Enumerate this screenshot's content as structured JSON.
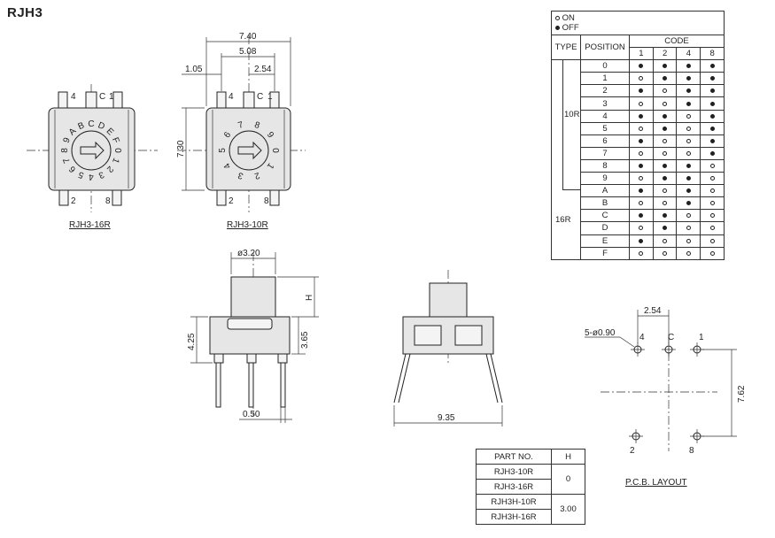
{
  "title": "RJH3",
  "switch_16r": {
    "label": "RJH3-16R",
    "pins": [
      "4",
      "C",
      "1",
      "2",
      "8"
    ],
    "dial": [
      "0",
      "1",
      "2",
      "3",
      "4",
      "5",
      "6",
      "7",
      "8",
      "9",
      "A",
      "B",
      "C",
      "D",
      "E",
      "F"
    ]
  },
  "switch_10r": {
    "label": "RJH3-10R",
    "pins": [
      "4",
      "C",
      "1",
      "2",
      "8"
    ],
    "dial": [
      "0",
      "1",
      "2",
      "3",
      "4",
      "5",
      "6",
      "7",
      "8",
      "9"
    ],
    "dims": {
      "width": "7.40",
      "pin_span": "5.08",
      "offset": "1.05",
      "pitch": "2.54",
      "height": "7.30"
    }
  },
  "side_view": {
    "dims": {
      "stem_dia": "ø3.20",
      "stem_h": "H",
      "total": "4.25",
      "body": "3.65",
      "pin_w": "0.50"
    }
  },
  "front_view": {
    "dims": {
      "leg_span": "9.35"
    }
  },
  "pcb": {
    "label": "P.C.B. LAYOUT",
    "holes": "5-ø0.90",
    "pitch": "2.54",
    "row_span": "7.62",
    "pins_top": [
      "4",
      "C",
      "1"
    ],
    "pins_bottom": [
      "2",
      "8"
    ]
  },
  "code_table": {
    "legend_on": "ON",
    "legend_off": "OFF",
    "headers": {
      "type": "TYPE",
      "position": "POSITION",
      "code": "CODE",
      "bits": [
        "1",
        "2",
        "4",
        "8"
      ]
    },
    "type_10r": "10R",
    "type_16r": "16R",
    "rows": [
      {
        "pos": "0",
        "code": [
          0,
          0,
          0,
          0
        ]
      },
      {
        "pos": "1",
        "code": [
          1,
          0,
          0,
          0
        ]
      },
      {
        "pos": "2",
        "code": [
          0,
          1,
          0,
          0
        ]
      },
      {
        "pos": "3",
        "code": [
          1,
          1,
          0,
          0
        ]
      },
      {
        "pos": "4",
        "code": [
          0,
          0,
          1,
          0
        ]
      },
      {
        "pos": "5",
        "code": [
          1,
          0,
          1,
          0
        ]
      },
      {
        "pos": "6",
        "code": [
          0,
          1,
          1,
          0
        ]
      },
      {
        "pos": "7",
        "code": [
          1,
          1,
          1,
          0
        ]
      },
      {
        "pos": "8",
        "code": [
          0,
          0,
          0,
          1
        ]
      },
      {
        "pos": "9",
        "code": [
          1,
          0,
          0,
          1
        ]
      },
      {
        "pos": "A",
        "code": [
          0,
          1,
          0,
          1
        ]
      },
      {
        "pos": "B",
        "code": [
          1,
          1,
          0,
          1
        ]
      },
      {
        "pos": "C",
        "code": [
          0,
          0,
          1,
          1
        ]
      },
      {
        "pos": "D",
        "code": [
          1,
          0,
          1,
          1
        ]
      },
      {
        "pos": "E",
        "code": [
          0,
          1,
          1,
          1
        ]
      },
      {
        "pos": "F",
        "code": [
          1,
          1,
          1,
          1
        ]
      }
    ]
  },
  "part_table": {
    "headers": {
      "part": "PART NO.",
      "h": "H"
    },
    "rows": [
      {
        "part": "RJH3-10R"
      },
      {
        "part": "RJH3-16R"
      },
      {
        "part": "RJH3H-10R"
      },
      {
        "part": "RJH3H-16R"
      }
    ],
    "h_values": [
      "0",
      "3.00"
    ]
  }
}
